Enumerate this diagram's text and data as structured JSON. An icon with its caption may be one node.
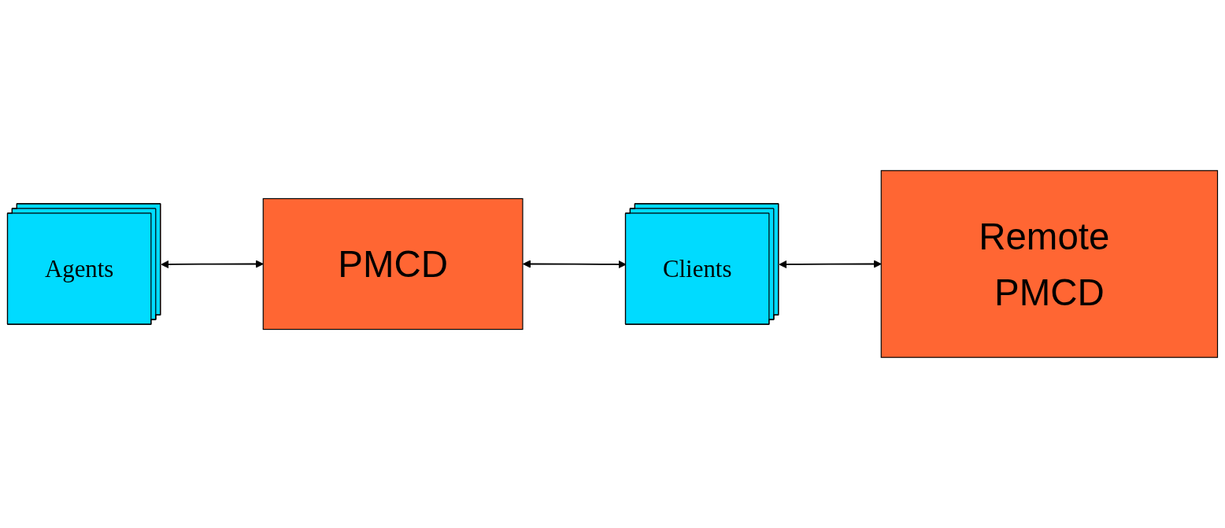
{
  "diagram": {
    "nodes": [
      {
        "text": [
          "Agents"
        ]
      },
      {
        "text": [
          "PMCD"
        ]
      },
      {
        "text": [
          "Clients"
        ]
      },
      {
        "text": [
          "Remote PMCD"
        ]
      }
    ],
    "edges": [
      {
        "from": 0,
        "to": 1,
        "arrow": "both"
      },
      {
        "from": 1,
        "to": 2,
        "arrow": "both"
      },
      {
        "from": 2,
        "to": 3,
        "arrow": "both"
      }
    ]
  }
}
